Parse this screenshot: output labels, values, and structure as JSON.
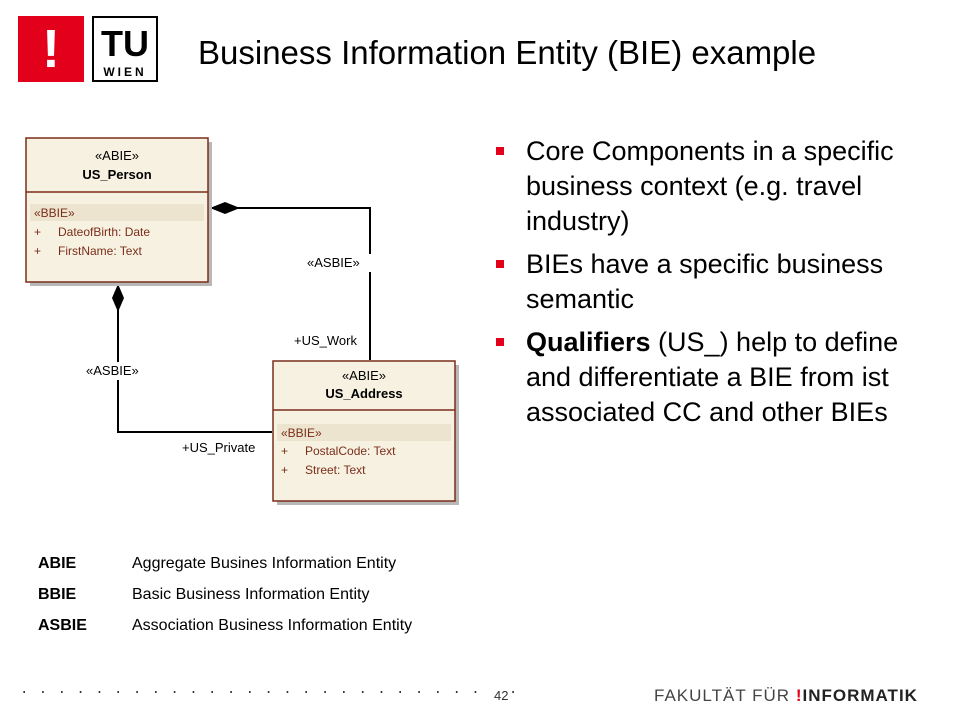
{
  "header": {
    "logo_mark": "!",
    "logo_tu": "TU",
    "logo_wien": "WIEN",
    "title": "Business Information Entity (BIE) example"
  },
  "diagram": {
    "person": {
      "stereotype": "«ABIE»",
      "name": "US_Person",
      "bbie": "«BBIE»",
      "attributes": [
        "DateofBirth:  Date",
        "FirstName:  Text"
      ]
    },
    "address": {
      "stereotype": "«ABIE»",
      "name": "US_Address",
      "bbie": "«BBIE»",
      "attributes": [
        "PostalCode:  Text",
        "Street:  Text"
      ]
    },
    "visibility": "+",
    "assoc_work": {
      "stereotype": "«ASBIE»",
      "role": "+US_Work"
    },
    "assoc_private": {
      "stereotype": "«ASBIE»",
      "role": "+US_Private"
    }
  },
  "bullets": [
    {
      "bold": "",
      "text": "Core Components in a specific business context (e.g. travel industry)"
    },
    {
      "bold": "",
      "text": "BIEs have a specific business semantic"
    },
    {
      "bold": "Qualifiers",
      "text": " (US_) help to define and differentiate a BIE from ist associated CC and other BIEs"
    }
  ],
  "abbreviations": [
    {
      "key": "ABIE",
      "value": "Aggregate Busines Information Entity"
    },
    {
      "key": "BBIE",
      "value": "Basic Business Information Entity"
    },
    {
      "key": "ASBIE",
      "value": "Association Business Information Entity"
    }
  ],
  "footer": {
    "page_number": "42",
    "faculty": "FAKULTÄT",
    "fuer": "FÜR",
    "excl": "!",
    "informatik": "INFORMATIK"
  },
  "colors": {
    "accent": "#e2001a",
    "class_fill": "#f7f1e1",
    "class_border": "#7a2e1a",
    "bbie_band": "#ece4cf"
  }
}
